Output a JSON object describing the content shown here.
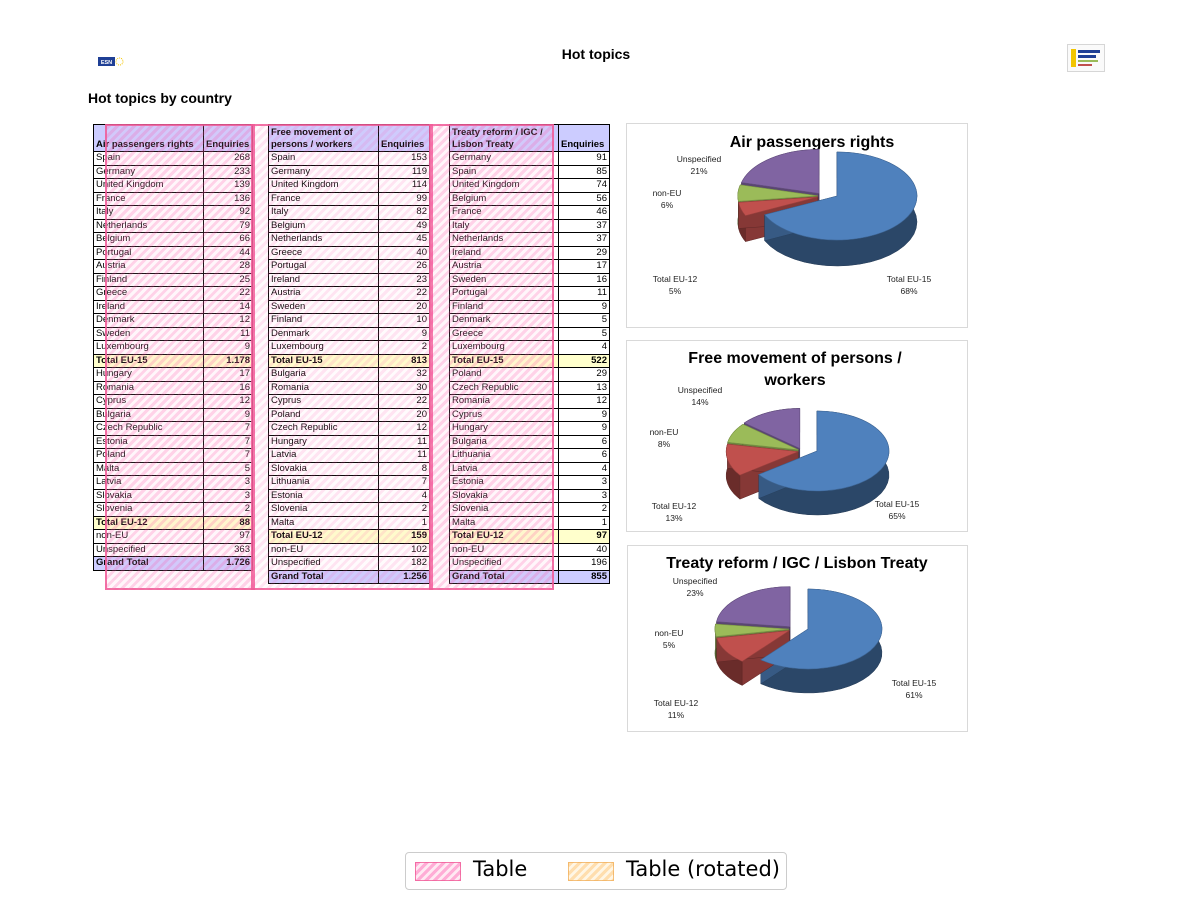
{
  "header": {
    "title": "Hot topics",
    "logo_left_text": "ESN"
  },
  "subtitle": "Hot topics by country",
  "tables": [
    {
      "header": [
        "Air passengers rights",
        "Enquiries"
      ],
      "rows": [
        [
          "Spain",
          "268"
        ],
        [
          "Germany",
          "233"
        ],
        [
          "United Kingdom",
          "139"
        ],
        [
          "France",
          "136"
        ],
        [
          "Italy",
          "92"
        ],
        [
          "Netherlands",
          "79"
        ],
        [
          "Belgium",
          "66"
        ],
        [
          "Portugal",
          "44"
        ],
        [
          "Austria",
          "28"
        ],
        [
          "Finland",
          "25"
        ],
        [
          "Greece",
          "22"
        ],
        [
          "Ireland",
          "14"
        ],
        [
          "Denmark",
          "12"
        ],
        [
          "Sweden",
          "11"
        ],
        [
          "Luxembourg",
          "9"
        ],
        [
          "Total EU-15",
          "1.178"
        ],
        [
          "Hungary",
          "17"
        ],
        [
          "Romania",
          "16"
        ],
        [
          "Cyprus",
          "12"
        ],
        [
          "Bulgaria",
          "9"
        ],
        [
          "Czech Republic",
          "7"
        ],
        [
          "Estonia",
          "7"
        ],
        [
          "Poland",
          "7"
        ],
        [
          "Malta",
          "5"
        ],
        [
          "Latvia",
          "3"
        ],
        [
          "Slovakia",
          "3"
        ],
        [
          "Slovenia",
          "2"
        ],
        [
          "Total EU-12",
          "88"
        ],
        [
          "non-EU",
          "97"
        ],
        [
          "Unspecified",
          "363"
        ],
        [
          "Grand Total",
          "1.726"
        ]
      ]
    },
    {
      "header": [
        "Free movement of persons / workers",
        "Enquiries"
      ],
      "rows": [
        [
          "Spain",
          "153"
        ],
        [
          "Germany",
          "119"
        ],
        [
          "United Kingdom",
          "114"
        ],
        [
          "France",
          "99"
        ],
        [
          "Italy",
          "82"
        ],
        [
          "Belgium",
          "49"
        ],
        [
          "Netherlands",
          "45"
        ],
        [
          "Greece",
          "40"
        ],
        [
          "Portugal",
          "26"
        ],
        [
          "Ireland",
          "23"
        ],
        [
          "Austria",
          "22"
        ],
        [
          "Sweden",
          "20"
        ],
        [
          "Finland",
          "10"
        ],
        [
          "Denmark",
          "9"
        ],
        [
          "Luxembourg",
          "2"
        ],
        [
          "Total EU-15",
          "813"
        ],
        [
          "Bulgaria",
          "32"
        ],
        [
          "Romania",
          "30"
        ],
        [
          "Cyprus",
          "22"
        ],
        [
          "Poland",
          "20"
        ],
        [
          "Czech Republic",
          "12"
        ],
        [
          "Hungary",
          "11"
        ],
        [
          "Latvia",
          "11"
        ],
        [
          "Slovakia",
          "8"
        ],
        [
          "Lithuania",
          "7"
        ],
        [
          "Estonia",
          "4"
        ],
        [
          "Slovenia",
          "2"
        ],
        [
          "Malta",
          "1"
        ],
        [
          "Total EU-12",
          "159"
        ],
        [
          "non-EU",
          "102"
        ],
        [
          "Unspecified",
          "182"
        ],
        [
          "Grand Total",
          "1.256"
        ]
      ]
    },
    {
      "header": [
        "Treaty reform / IGC / Lisbon Treaty",
        "Enquiries"
      ],
      "rows": [
        [
          "Germany",
          "91"
        ],
        [
          "Spain",
          "85"
        ],
        [
          "United Kingdom",
          "74"
        ],
        [
          "Belgium",
          "56"
        ],
        [
          "France",
          "46"
        ],
        [
          "Italy",
          "37"
        ],
        [
          "Netherlands",
          "37"
        ],
        [
          "Ireland",
          "29"
        ],
        [
          "Austria",
          "17"
        ],
        [
          "Sweden",
          "16"
        ],
        [
          "Portugal",
          "11"
        ],
        [
          "Finland",
          "9"
        ],
        [
          "Denmark",
          "5"
        ],
        [
          "Greece",
          "5"
        ],
        [
          "Luxembourg",
          "4"
        ],
        [
          "Total EU-15",
          "522"
        ],
        [
          "Poland",
          "29"
        ],
        [
          "Czech Republic",
          "13"
        ],
        [
          "Romania",
          "12"
        ],
        [
          "Cyprus",
          "9"
        ],
        [
          "Hungary",
          "9"
        ],
        [
          "Bulgaria",
          "6"
        ],
        [
          "Lithuania",
          "6"
        ],
        [
          "Latvia",
          "4"
        ],
        [
          "Estonia",
          "3"
        ],
        [
          "Slovakia",
          "3"
        ],
        [
          "Slovenia",
          "2"
        ],
        [
          "Malta",
          "1"
        ],
        [
          "Total EU-12",
          "97"
        ],
        [
          "non-EU",
          "40"
        ],
        [
          "Unspecified",
          "196"
        ],
        [
          "Grand Total",
          "855"
        ]
      ]
    }
  ],
  "chart_data": [
    {
      "type": "pie",
      "title": "Air passengers rights",
      "categories": [
        "Total EU-15",
        "Total EU-12",
        "non-EU",
        "Unspecified"
      ],
      "values": [
        68,
        5,
        6,
        21
      ],
      "labels": [
        "68%",
        "5%",
        "6%",
        "21%"
      ],
      "colors": [
        "#4f81bd",
        "#c0504d",
        "#9bbb59",
        "#8064a2"
      ]
    },
    {
      "type": "pie",
      "title": "Free movement of persons / workers",
      "categories": [
        "Total EU-15",
        "Total EU-12",
        "non-EU",
        "Unspecified"
      ],
      "values": [
        65,
        13,
        8,
        14
      ],
      "labels": [
        "65%",
        "13%",
        "8%",
        "14%"
      ],
      "colors": [
        "#4f81bd",
        "#c0504d",
        "#9bbb59",
        "#8064a2"
      ]
    },
    {
      "type": "pie",
      "title": "Treaty reform / IGC / Lisbon Treaty",
      "categories": [
        "Total EU-15",
        "Total EU-12",
        "non-EU",
        "Unspecified"
      ],
      "values": [
        61,
        11,
        5,
        23
      ],
      "labels": [
        "61%",
        "11%",
        "5%",
        "23%"
      ],
      "colors": [
        "#4f81bd",
        "#c0504d",
        "#9bbb59",
        "#8064a2"
      ]
    }
  ],
  "legend": {
    "items": [
      {
        "label": "Table",
        "color": "#ff69b4"
      },
      {
        "label": "Table (rotated)",
        "color": "#ffc878"
      }
    ]
  }
}
